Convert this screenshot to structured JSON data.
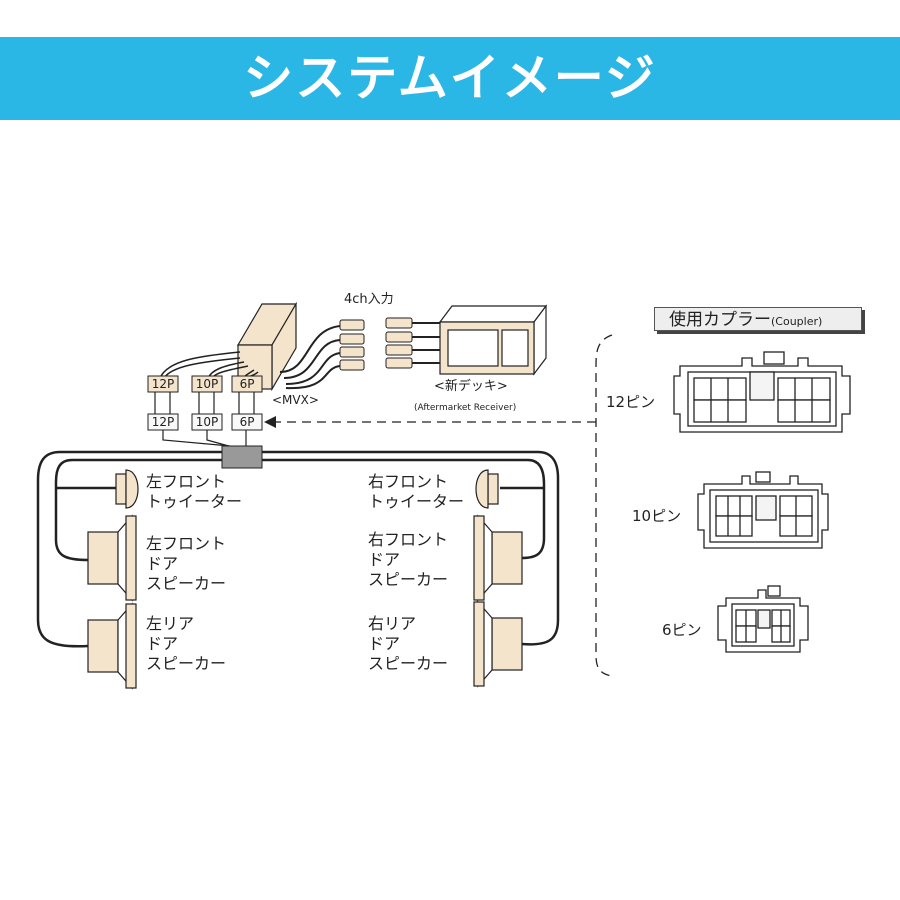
{
  "banner": {
    "title": "システムイメージ",
    "color": "#2bb7e6"
  },
  "labels": {
    "input_4ch": "4ch入力",
    "mvx": "<MVX>",
    "deck": "<新デッキ>",
    "deck_en": "(Aftermarket Receiver)",
    "plug_12p": "12P",
    "plug_10p": "10P",
    "plug_6p": "6P"
  },
  "speakers": {
    "left_front_tweeter": [
      "左フロント",
      "トゥイーター"
    ],
    "left_front_door": [
      "左フロント",
      "ドア",
      "スピーカー"
    ],
    "left_rear_door": [
      "左リア",
      "ドア",
      "スピーカー"
    ],
    "right_front_tweeter": [
      "右フロント",
      "トゥイーター"
    ],
    "right_front_door": [
      "右フロント",
      "ドア",
      "スピーカー"
    ],
    "right_rear_door": [
      "右リア",
      "ドア",
      "スピーカー"
    ]
  },
  "couplers": {
    "title": "使用カプラー",
    "title_sub": "(Coupler)",
    "pin12": "12ピン",
    "pin10": "10ピン",
    "pin6": "6ピン"
  },
  "colors": {
    "plug_fill": "#f4e4cc",
    "outline": "#222222"
  }
}
